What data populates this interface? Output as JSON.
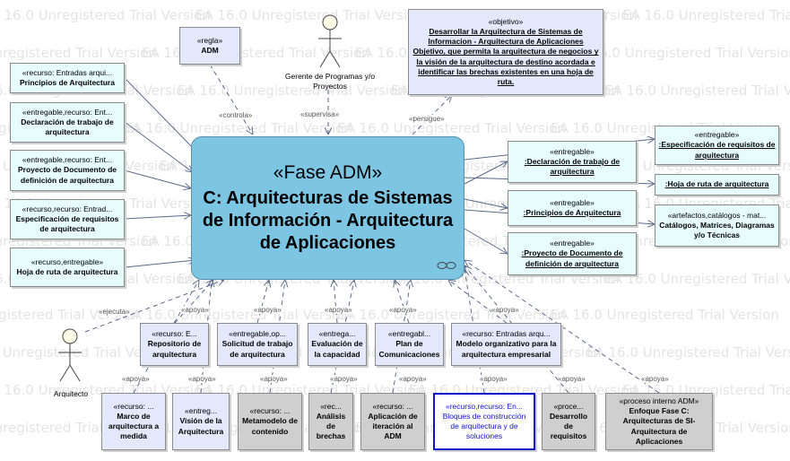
{
  "watermark": "EA 16.0 Unregistered Trial Version",
  "phase": {
    "stereotype": "«Fase ADM»",
    "name": "C: Arquitecturas de Sistemas de Información - Arquitectura de Aplicaciones"
  },
  "regla": {
    "stereotype": "«regla»",
    "name": "ADM"
  },
  "gerente": {
    "name": "Gerente de Programas y/o Proyectos"
  },
  "arquitecto": {
    "name": "Arquitecto"
  },
  "objetivo": {
    "stereotype": "«objetivo»",
    "name": "Desarrollar la Arquitectura de Sistemas de Informacion - Arquitectura de Aplicaciones Objetivo, que permita la arquitectura de negocios y la visión de la arquitectura de destino acordada  e identificar las brechas existentes en una hoja de ruta."
  },
  "inputs": [
    {
      "stereotype": "«recurso: Entradas arqui...",
      "name": "Principios de Arquitectura"
    },
    {
      "stereotype": "«entregable,recurso: Ent...",
      "name": "Declaración de trabajo de arquitectura"
    },
    {
      "stereotype": "«entregable,recurso: Ent...",
      "name": "Proyecto de Documento de definición de arquitectura"
    },
    {
      "stereotype": "«recurso,recurso: Entrad...",
      "name": "Especificación de requisitos de arquitectura"
    },
    {
      "stereotype": "«recurso,entregable»",
      "name": "Hoja de ruta de arquitectura"
    }
  ],
  "outputs_mid": [
    {
      "stereotype": "«entregable»",
      "name": ":Declaración de trabajo de arquitectura"
    },
    {
      "stereotype": "«entregable»",
      "name": ":Principios de Arquitectura"
    },
    {
      "stereotype": "«entregable»",
      "name": ":Proyecto de Documento de definición de arquitectura"
    }
  ],
  "outputs_right": [
    {
      "stereotype": "«entregable»",
      "name": ":Especificación de requisitos de arquitectura"
    },
    {
      "stereotype": "",
      "name": ":Hoja de ruta de arquitectura"
    },
    {
      "stereotype": "«artefactos,catálogos - mat...",
      "name": "Catálogos, Matrices, Diagramas y/o Técnicas"
    }
  ],
  "support_row1": [
    {
      "stereotype": "«recurso: E...",
      "name": "Repositorio de arquitectura"
    },
    {
      "stereotype": "«entregable,op...",
      "name": "Solicitud de trabajo de arquitectura"
    },
    {
      "stereotype": "«entrega...",
      "name": "Evaluación de la capacidad"
    },
    {
      "stereotype": "«entregabl...",
      "name": "Plan de Comunicaciones"
    },
    {
      "stereotype": "«recurso: Entradas arqu...",
      "name": "Modelo organizativo para la arquitectura empresarial"
    }
  ],
  "support_row2": [
    {
      "stereotype": "«recurso: ...",
      "name": "Marco de arquitectura a medida"
    },
    {
      "stereotype": "«entreg...",
      "name": "Visión de la Arquitectura"
    },
    {
      "stereotype": "«recurso: ...",
      "name": "Metamodelo de contenido"
    },
    {
      "stereotype": "«rec...",
      "name": "Análisis de brechas"
    },
    {
      "stereotype": "«recurso: ...",
      "name": "Aplicación de iteración al ADM"
    },
    {
      "stereotype": "«recurso,recurso: En...",
      "name": "Bloques de construcción de arquitectura y de soluciones"
    },
    {
      "stereotype": "«proce...",
      "name": "Desarrollo de requisitos"
    },
    {
      "stereotype": "«proceso interno ADM»",
      "name": "Enfoque Fase C: Arquitecturas de SI- Arquitectura de Aplicaciones"
    }
  ],
  "edge_labels": {
    "controla": "«controla»",
    "supervisa": "«supervisa»",
    "persigue": "«persigue»",
    "ejecuta": "«ejecuta»",
    "apoya": "«apoya»"
  }
}
